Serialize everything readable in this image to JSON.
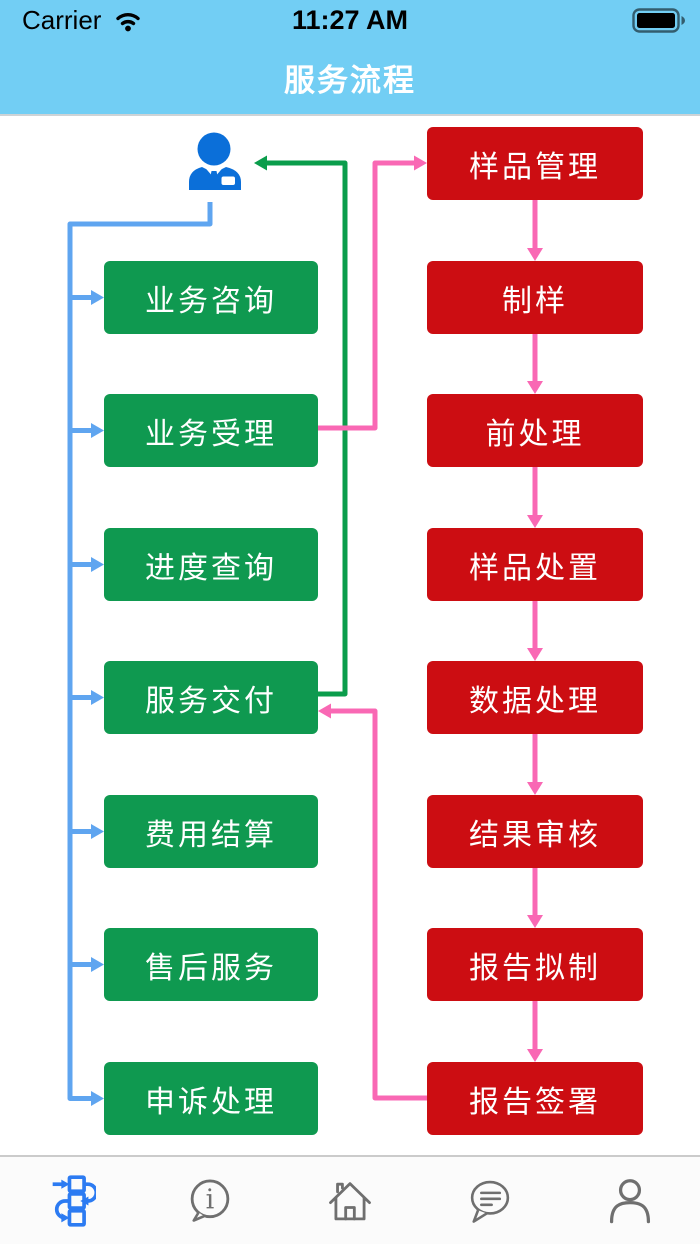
{
  "status_bar": {
    "carrier": "Carrier",
    "time": "11:27 AM"
  },
  "header": {
    "title": "服务流程"
  },
  "flow": {
    "left_nodes": [
      {
        "label": "业务咨询"
      },
      {
        "label": "业务受理"
      },
      {
        "label": "进度查询"
      },
      {
        "label": "服务交付"
      },
      {
        "label": "费用结算"
      },
      {
        "label": "售后服务"
      },
      {
        "label": "申诉处理"
      }
    ],
    "right_nodes": [
      {
        "label": "样品管理"
      },
      {
        "label": "制样"
      },
      {
        "label": "前处理"
      },
      {
        "label": "样品处置"
      },
      {
        "label": "数据处理"
      },
      {
        "label": "结果审核"
      },
      {
        "label": "报告拟制"
      },
      {
        "label": "报告签署"
      }
    ],
    "colors": {
      "left_node": "#0F9950",
      "right_node": "#CC0D12",
      "blue_connector": "#5FA5F0",
      "green_connector": "#0A9D4B",
      "pink_connector": "#F968B4",
      "person_icon": "#0B6FD9",
      "header_bg": "#72CEF4"
    }
  },
  "tab_bar": {
    "items": [
      {
        "name": "flowchart",
        "icon": "flowchart-icon",
        "active": true
      },
      {
        "name": "info",
        "icon": "info-icon",
        "active": false
      },
      {
        "name": "home",
        "icon": "home-icon",
        "active": false
      },
      {
        "name": "messages",
        "icon": "chat-bubble-icon",
        "active": false
      },
      {
        "name": "profile",
        "icon": "person-icon",
        "active": false
      }
    ],
    "active_color": "#2C7BF2",
    "inactive_color": "#6F6F6F"
  }
}
